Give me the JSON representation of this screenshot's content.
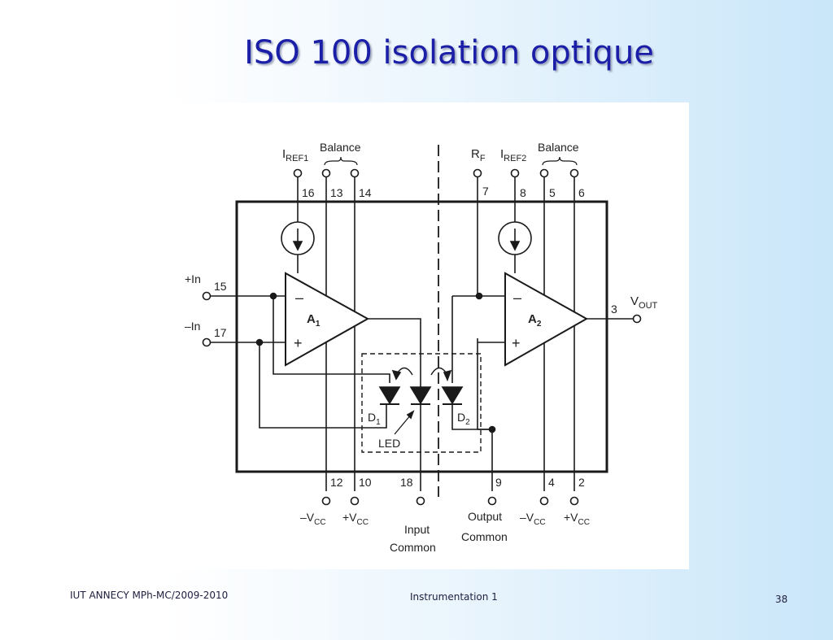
{
  "slide": {
    "title": "ISO 100 isolation optique",
    "footer_left": "IUT ANNECY MPh-MC/2009-2010",
    "footer_center": "Instrumentation 1",
    "page_number": "38"
  },
  "diagram": {
    "top_labels": {
      "iref1_main": "I",
      "iref1_sub": "REF1",
      "balance_left": "Balance",
      "rf_main": "R",
      "rf_sub": "F",
      "iref2_main": "I",
      "iref2_sub": "REF2",
      "balance_right": "Balance"
    },
    "pins": {
      "p16": "16",
      "p13": "13",
      "p14": "14",
      "p7": "7",
      "p8": "8",
      "p5": "5",
      "p6": "6",
      "p15": "15",
      "p17": "17",
      "p3": "3",
      "p12": "12",
      "p10": "10",
      "p18": "18",
      "p9": "9",
      "p4": "4",
      "p2": "2"
    },
    "side_labels": {
      "in_plus": "+In",
      "in_minus": "–In",
      "vout_main": "V",
      "vout_sub": "OUT"
    },
    "amps": {
      "a1_main": "A",
      "a1_sub": "1",
      "a2_main": "A",
      "a2_sub": "2",
      "minus": "–",
      "plus": "+"
    },
    "diodes": {
      "d1_main": "D",
      "d1_sub": "1",
      "d2_main": "D",
      "d2_sub": "2",
      "led": "LED"
    },
    "bottom_labels": {
      "vcc_neg_main": "–V",
      "vcc_pos_main": "+V",
      "vcc_sub": "CC",
      "input_common_1": "Input",
      "input_common_2": "Common",
      "output_common_1": "Output",
      "output_common_2": "Common"
    }
  }
}
